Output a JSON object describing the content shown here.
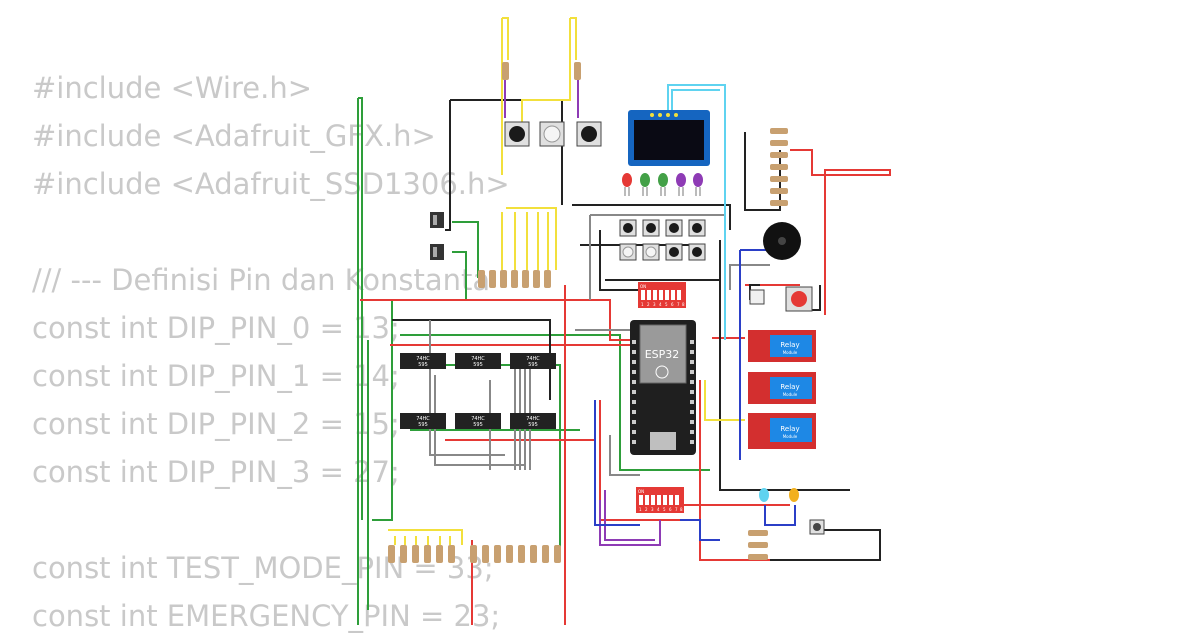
{
  "code_lines": [
    "#include <Wire.h>",
    "#include <Adafruit_GFX.h>",
    "#include <Adafruit_SSD1306.h>",
    "",
    "/// --- Definisi Pin dan Konstanta",
    "const int DIP_PIN_0 = 13;",
    "const int DIP_PIN_1 = 14;",
    "const int DIP_PIN_2 = 15;",
    "const int DIP_PIN_3 = 27;",
    "",
    "const int TEST_MODE_PIN = 33;",
    "const int EMERGENCY_PIN = 23;"
  ],
  "mcu": {
    "label": "ESP32"
  },
  "relays": [
    {
      "label": "Relay",
      "sub": "Module"
    },
    {
      "label": "Relay",
      "sub": "Module"
    },
    {
      "label": "Relay",
      "sub": "Module"
    }
  ],
  "shift_registers": [
    {
      "l1": "74HC",
      "l2": "595"
    },
    {
      "l1": "74HC",
      "l2": "595"
    },
    {
      "l1": "74HC",
      "l2": "595"
    },
    {
      "l1": "74HC",
      "l2": "595"
    },
    {
      "l1": "74HC",
      "l2": "595"
    },
    {
      "l1": "74HC",
      "l2": "595"
    }
  ],
  "dip_switches": [
    {
      "on_label": "ON",
      "numbers": [
        "1",
        "2",
        "3",
        "4",
        "5",
        "6",
        "7",
        "8"
      ]
    },
    {
      "on_label": "ON",
      "numbers": [
        "1",
        "2",
        "3",
        "4",
        "5",
        "6",
        "7",
        "8"
      ]
    }
  ],
  "colors": {
    "board": "#1f1f1f",
    "relay": "#d32f2f",
    "relay_label_bg": "#1e88e5",
    "oled_frame": "#1565c0",
    "dip_body": "#e53935",
    "wire_red": "#e53935",
    "wire_green": "#2e9e3a",
    "wire_black": "#222222",
    "wire_yellow": "#f2e03c",
    "wire_gray": "#888888",
    "wire_purple": "#8e3bb5",
    "wire_blue": "#2b3fc7",
    "wire_cyan": "#5fd3f0"
  },
  "icons": [
    "pushbutton-icon",
    "buzzer-icon",
    "led-icon",
    "resistor-icon",
    "slide-switch-icon"
  ]
}
